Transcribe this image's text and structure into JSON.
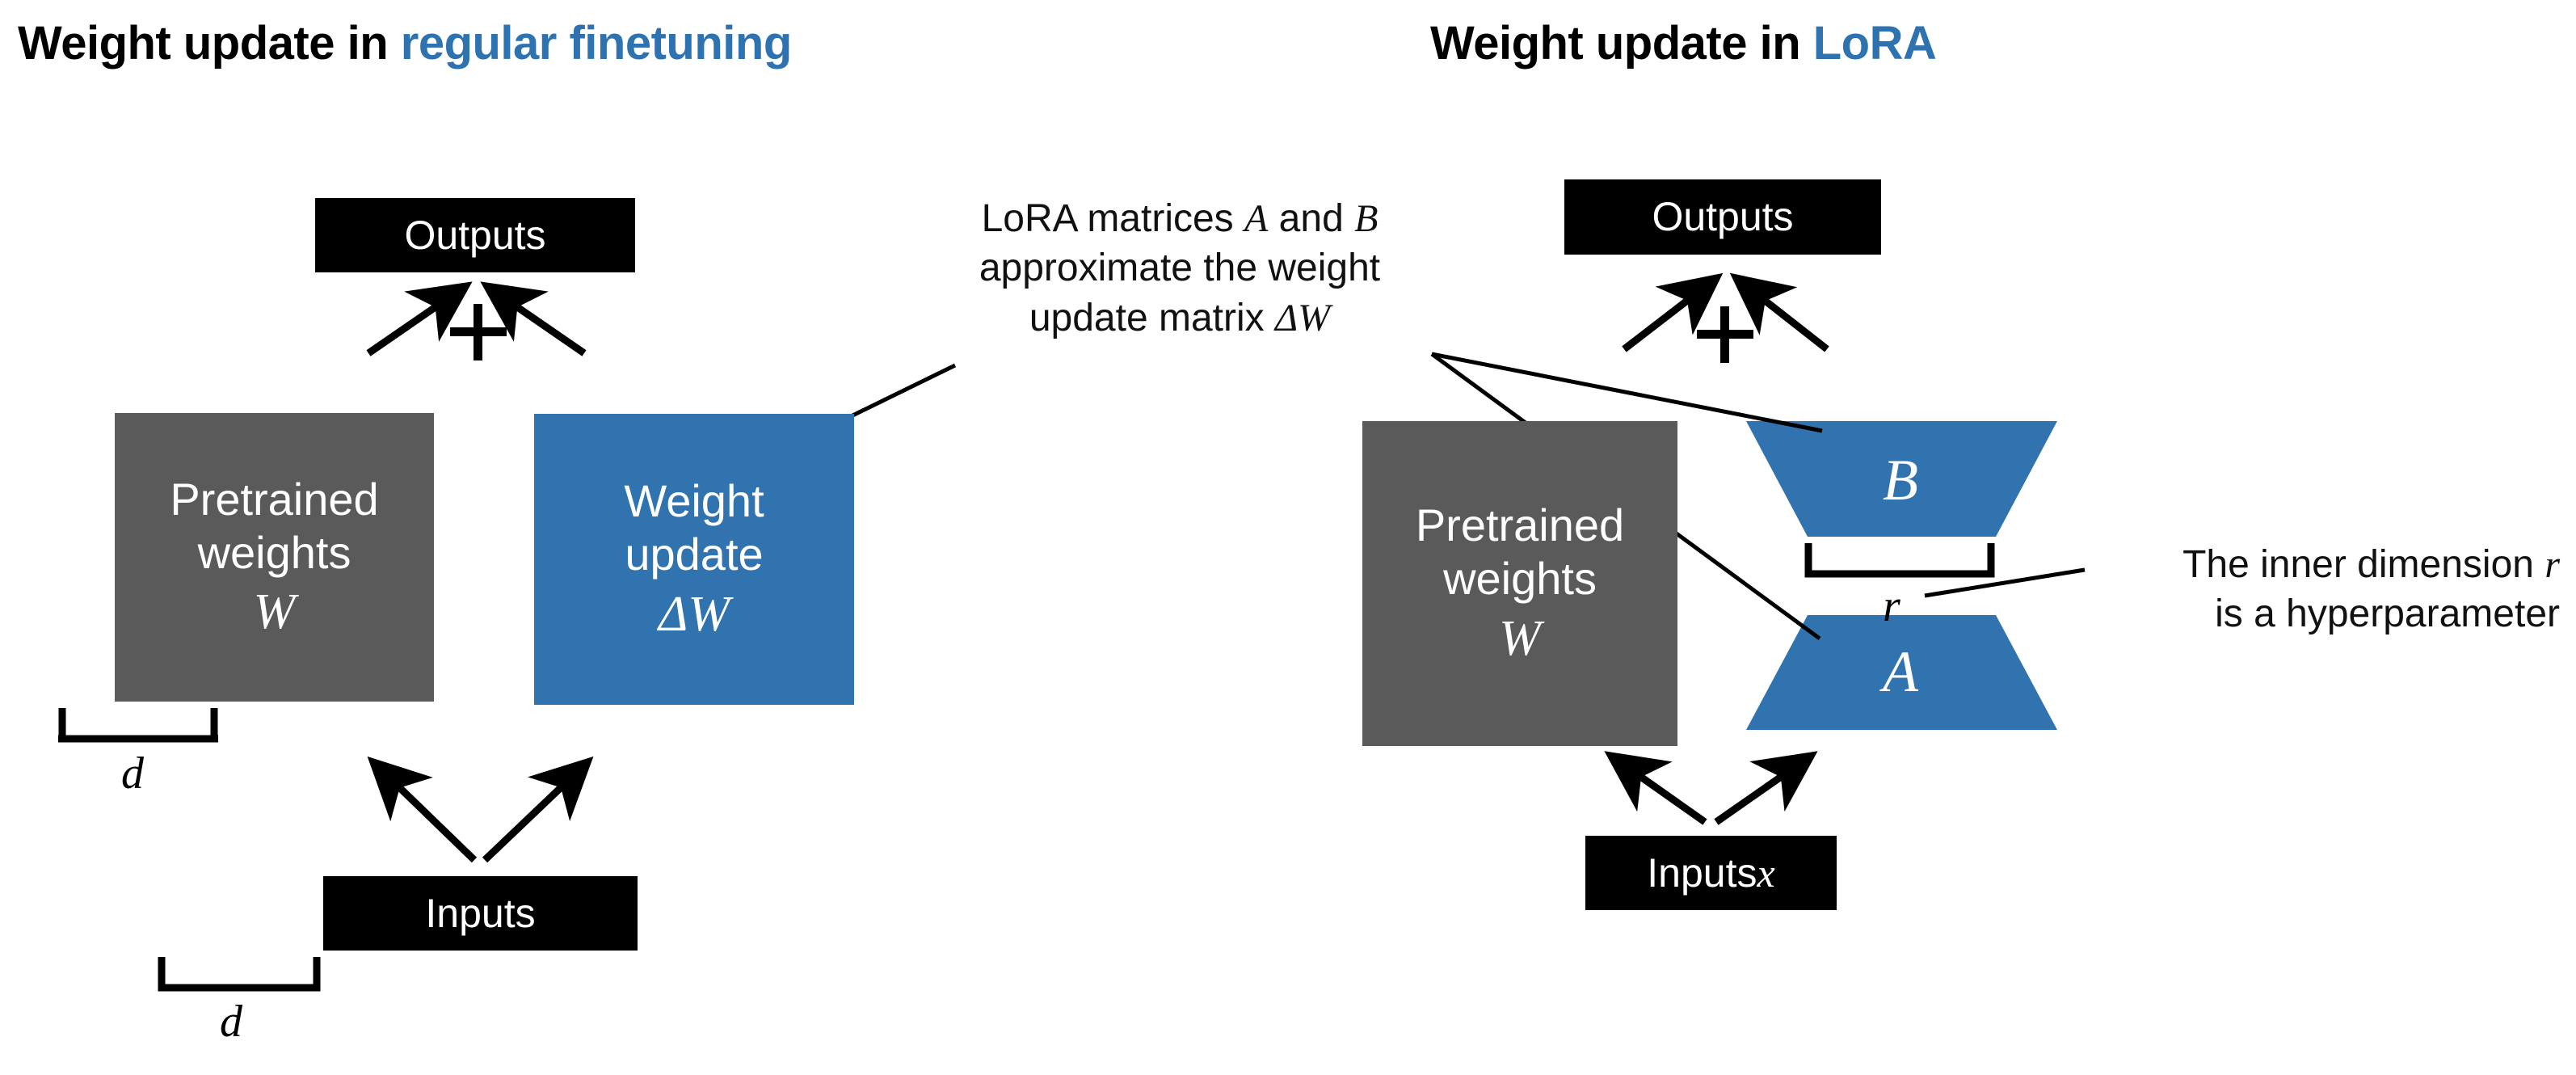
{
  "colors": {
    "accent_blue": "#2E72B0",
    "box_blue": "#3073AE",
    "box_gray": "#5A5A5A",
    "box_black": "#000000",
    "background": "#FFFFFF"
  },
  "panels": {
    "left": {
      "title_prefix": "Weight update in ",
      "title_accent": "regular finetuning",
      "outputs_box": "Outputs",
      "plus_symbol": "+",
      "pretrained_box": "Pretrained\nweights",
      "pretrained_symbol": "W",
      "update_box": "Weight\nupdate",
      "update_symbol": "ΔW",
      "inputs_box": "Inputs",
      "dim_weights": "d",
      "dim_inputs": "d"
    },
    "right": {
      "title_prefix": "Weight update in ",
      "title_accent": "LoRA",
      "outputs_box": "Outputs",
      "plus_symbol": "+",
      "pretrained_box": "Pretrained\nweights",
      "pretrained_symbol": "W",
      "trapezoid_b": "B",
      "trapezoid_a": "A",
      "inner_dim_label": "r",
      "inputs_box_text": "Inputs ",
      "inputs_box_symbol": "x"
    }
  },
  "annotations": {
    "lora_matrices": {
      "line1_pre": "LoRA matrices ",
      "line1_a": "A",
      "line1_mid": " and ",
      "line1_b": "B",
      "line2": "approximate the weight",
      "line3_pre": "update matrix ",
      "line3_sym": "ΔW"
    },
    "inner_dimension": {
      "line1_pre": "The inner dimension ",
      "line1_sym": "r",
      "line2": "is a hyperparameter"
    }
  },
  "chart_data": {
    "type": "diagram",
    "title": "LoRA vs regular finetuning weight update",
    "nodes": [
      {
        "id": "l-outputs",
        "panel": "left",
        "label": "Outputs",
        "shape": "rect",
        "fill": "#000000"
      },
      {
        "id": "l-pretrained",
        "panel": "left",
        "label": "Pretrained weights W",
        "shape": "rect",
        "fill": "#5A5A5A"
      },
      {
        "id": "l-update",
        "panel": "left",
        "label": "Weight update ΔW",
        "shape": "rect",
        "fill": "#3073AE"
      },
      {
        "id": "l-inputs",
        "panel": "left",
        "label": "Inputs",
        "shape": "rect",
        "fill": "#000000"
      },
      {
        "id": "r-outputs",
        "panel": "right",
        "label": "Outputs",
        "shape": "rect",
        "fill": "#000000"
      },
      {
        "id": "r-pretrained",
        "panel": "right",
        "label": "Pretrained weights W",
        "shape": "rect",
        "fill": "#5A5A5A"
      },
      {
        "id": "r-b",
        "panel": "right",
        "label": "B",
        "shape": "trapezoid-down",
        "fill": "#3073AE"
      },
      {
        "id": "r-a",
        "panel": "right",
        "label": "A",
        "shape": "trapezoid-up",
        "fill": "#3073AE"
      },
      {
        "id": "r-inputs",
        "panel": "right",
        "label": "Inputs x",
        "shape": "rect",
        "fill": "#000000"
      }
    ],
    "edges": [
      {
        "from": "l-inputs",
        "to": "l-pretrained",
        "type": "arrow"
      },
      {
        "from": "l-inputs",
        "to": "l-update",
        "type": "arrow"
      },
      {
        "from": "l-pretrained",
        "to": "l-outputs",
        "type": "arrow"
      },
      {
        "from": "l-update",
        "to": "l-outputs",
        "type": "arrow"
      },
      {
        "from": "r-inputs",
        "to": "r-pretrained",
        "type": "arrow"
      },
      {
        "from": "r-inputs",
        "to": "r-a",
        "type": "arrow"
      },
      {
        "from": "r-pretrained",
        "to": "r-outputs",
        "type": "arrow"
      },
      {
        "from": "r-b",
        "to": "r-outputs",
        "type": "arrow"
      }
    ],
    "dimension_brackets": [
      {
        "panel": "left",
        "label": "d",
        "under": "l-pretrained"
      },
      {
        "panel": "left",
        "label": "d",
        "under": "l-inputs"
      },
      {
        "panel": "right",
        "label": "r",
        "under": "r-b"
      }
    ]
  }
}
